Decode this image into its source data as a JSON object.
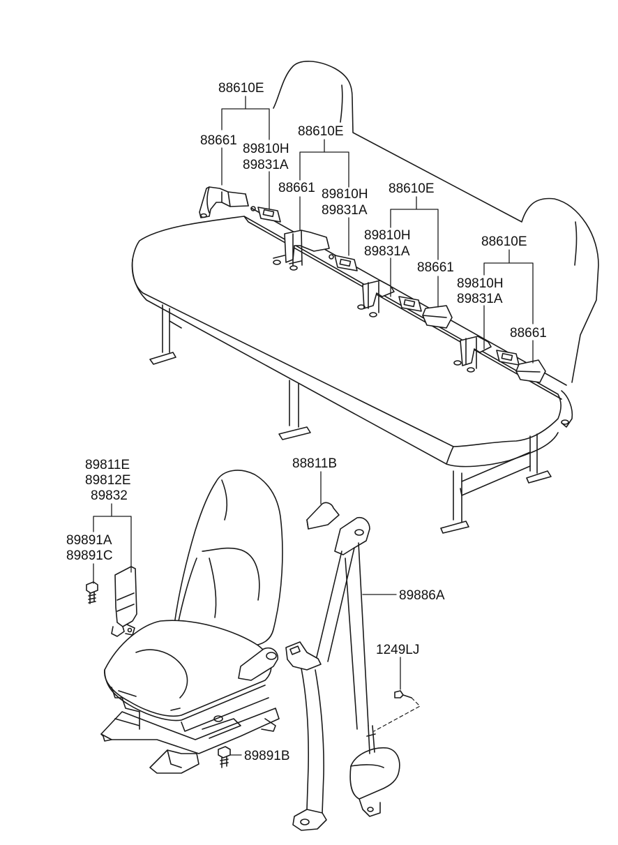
{
  "labels": {
    "l1": "88610E",
    "l2": "88661",
    "l3": "89810H",
    "l4": "89831A",
    "l5": "88610E",
    "l6": "88661",
    "l7": "89810H",
    "l8": "89831A",
    "l9": "88610E",
    "l10": "89810H",
    "l11": "89831A",
    "l12": "88661",
    "l13": "88610E",
    "l14": "89810H",
    "l15": "89831A",
    "l16": "88661",
    "l17": "89811E",
    "l18": "89812E",
    "l19": "89832",
    "l20": "89891A",
    "l21": "89891C",
    "l22": "88811B",
    "l23": "89886A",
    "l24": "1249LJ",
    "l25": "89891B"
  }
}
